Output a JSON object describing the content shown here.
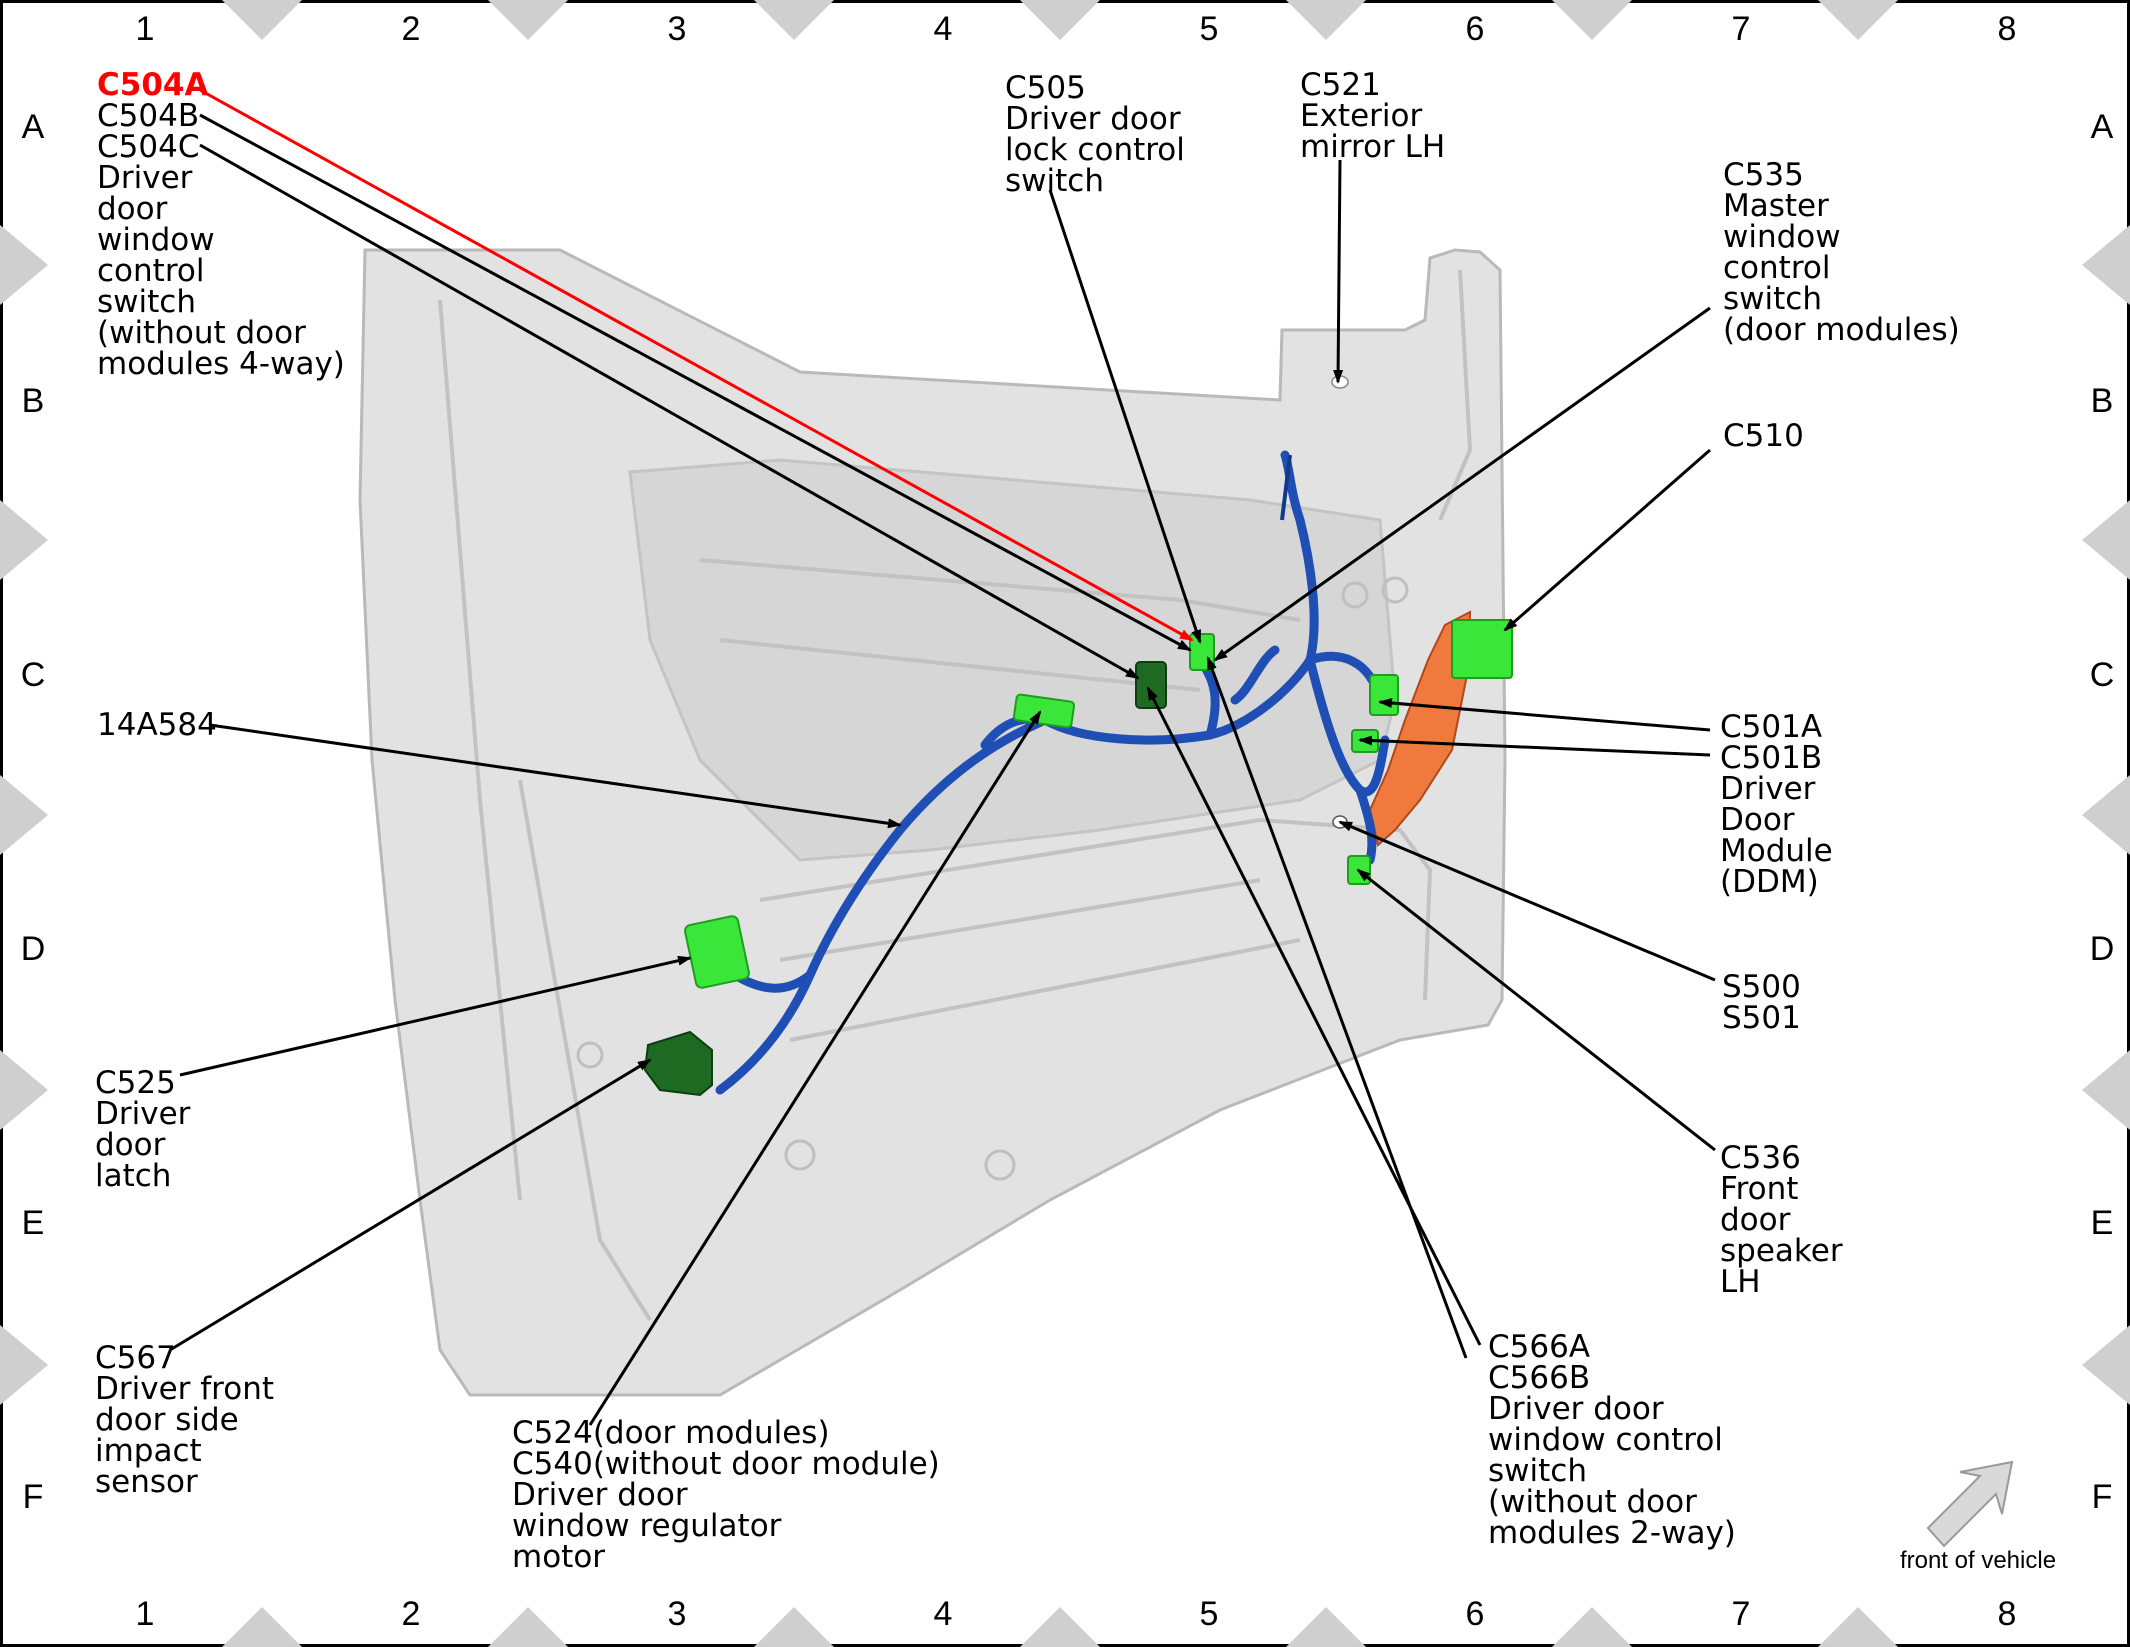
{
  "grid": {
    "columns": [
      "1",
      "2",
      "3",
      "4",
      "5",
      "6",
      "7",
      "8"
    ],
    "rows": [
      "A",
      "B",
      "C",
      "D",
      "E",
      "F"
    ]
  },
  "labels": {
    "c504": [
      "C504A",
      "C504B",
      "C504C",
      "Driver",
      "door",
      "window",
      "control",
      "switch",
      "(without door",
      "modules 4-way)"
    ],
    "c505": [
      "C505",
      "Driver door",
      "lock control",
      "switch"
    ],
    "c521": [
      "C521",
      "Exterior",
      "mirror LH"
    ],
    "c535": [
      "C535",
      "Master",
      "window",
      "control",
      "switch",
      "(door modules)"
    ],
    "c510": [
      "C510"
    ],
    "harness": [
      "14A584"
    ],
    "c501": [
      "C501A",
      "C501B",
      "Driver",
      "Door",
      "Module",
      "(DDM)"
    ],
    "s500": [
      "S500",
      "S501"
    ],
    "c525": [
      "C525",
      "Driver",
      "door",
      "latch"
    ],
    "c536": [
      "C536",
      "Front",
      "door",
      "speaker",
      "LH"
    ],
    "c567": [
      "C567",
      "Driver front",
      "door side",
      "impact",
      "sensor"
    ],
    "c524": [
      "C524(door modules)",
      "C540(without door module)",
      "Driver door",
      "window regulator",
      "motor"
    ],
    "c566": [
      "C566A",
      "C566B",
      "Driver door",
      "window control",
      "switch",
      "(without door",
      "modules 2-way)"
    ]
  },
  "orientation": {
    "text": "front of vehicle",
    "icon": "arrow-up-right-icon"
  },
  "colors": {
    "highlight": "#ff0000",
    "connector": "#39e639",
    "connector_dark": "#1f6a23",
    "harness": "#1f4fb5",
    "module": "#f07a3e"
  }
}
